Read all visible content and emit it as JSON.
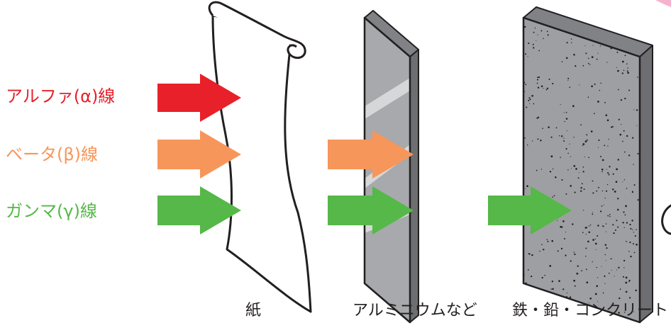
{
  "rays": [
    {
      "label": "アルファ(α)線",
      "color": "#e8202a"
    },
    {
      "label": "ベータ(β)線",
      "color": "#f7965a"
    },
    {
      "label": "ガンマ(γ)線",
      "color": "#55b848"
    }
  ],
  "materials": [
    {
      "label": "紙"
    },
    {
      "label": "アルミニウムなど"
    },
    {
      "label": "鉄・鉛・コンクリート"
    }
  ],
  "colors": {
    "outline": "#231f20",
    "aluminum": "#a7a9ac",
    "aluminum_stripe": "#d6d7d9",
    "concrete": "#9d9fa2",
    "edge": "#6d6e71",
    "accent_pink": "#f4b3cf"
  }
}
